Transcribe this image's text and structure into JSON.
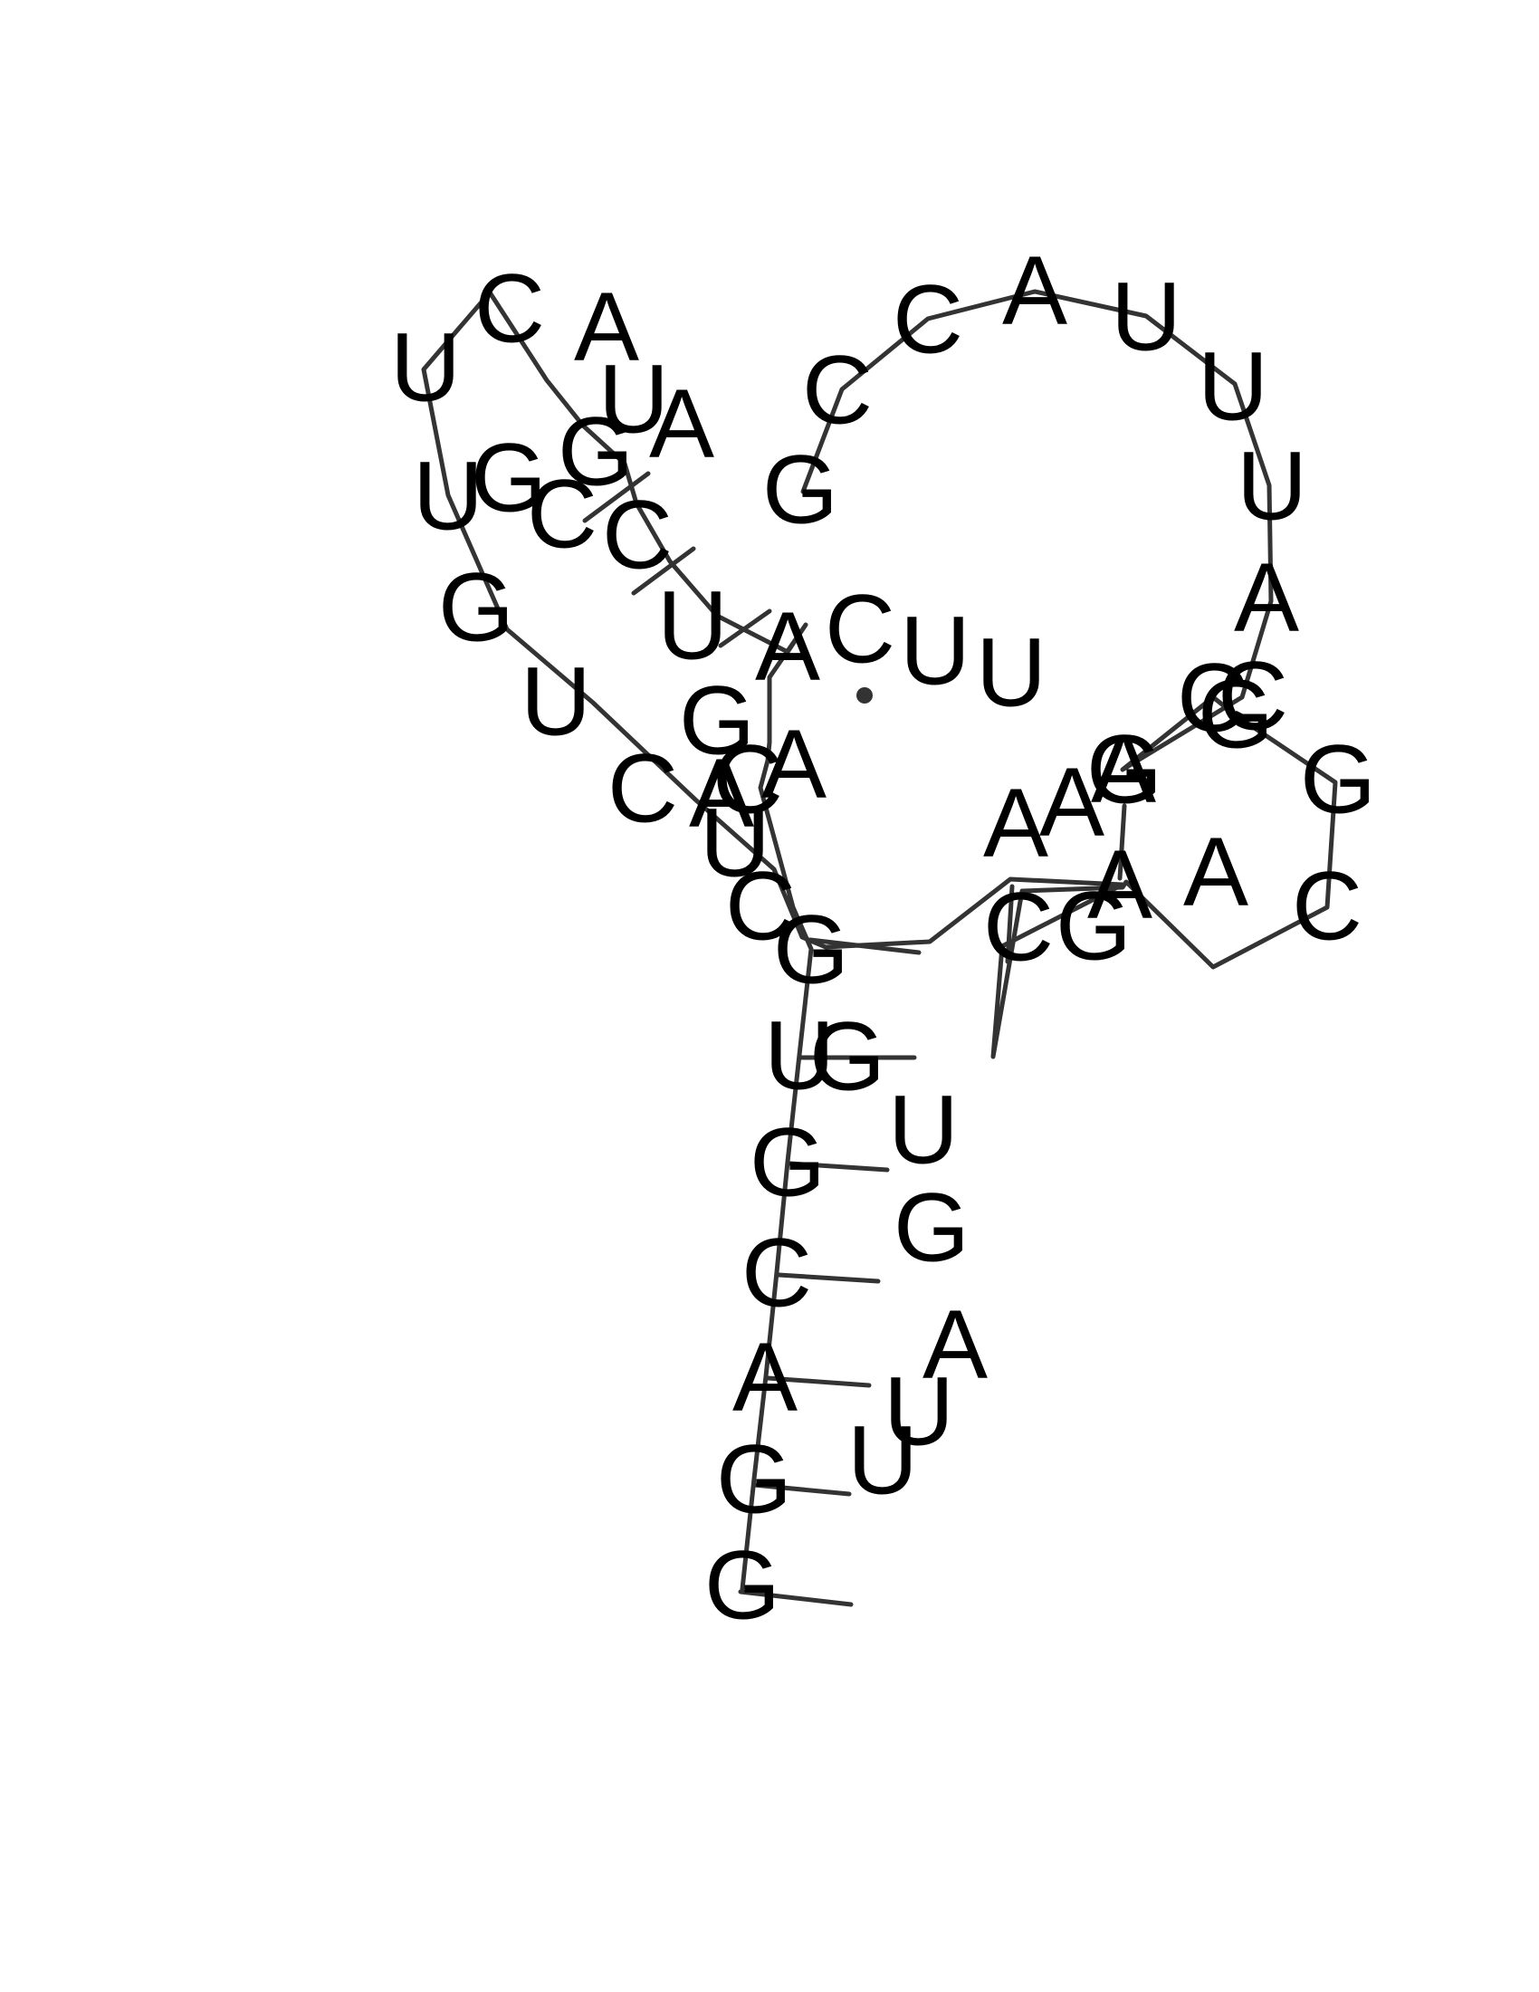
{
  "sequence": [
    "G",
    "G",
    "A",
    "C",
    "G",
    "U",
    "G",
    "C",
    "U",
    "C",
    "A",
    "A",
    "U",
    "C",
    "C",
    "G",
    "G",
    "U",
    "A",
    "A",
    "C",
    "U",
    "U",
    "G",
    "U",
    "C",
    "G",
    "A",
    "C",
    "U",
    "U",
    "A",
    "A",
    "G",
    "C",
    "A",
    "G",
    "A",
    "C",
    "G",
    "G",
    "C",
    "A",
    "C",
    "U",
    "A",
    "U",
    "U",
    "A",
    "C",
    "C",
    "G",
    "G",
    "U",
    "G",
    "A",
    "U",
    "U"
  ],
  "base_pairs": [
    [
      0,
      46
    ],
    [
      1,
      45
    ],
    [
      2,
      44
    ],
    [
      3,
      43
    ],
    [
      4,
      42
    ],
    [
      5,
      41
    ],
    [
      6,
      40
    ],
    [
      7,
      39
    ],
    [
      8,
      38
    ],
    [
      9,
      37
    ],
    [
      10,
      36
    ],
    [
      11,
      35
    ]
  ],
  "colors": {
    "text": "#000000",
    "line": "#333333",
    "background": "#ffffff"
  }
}
